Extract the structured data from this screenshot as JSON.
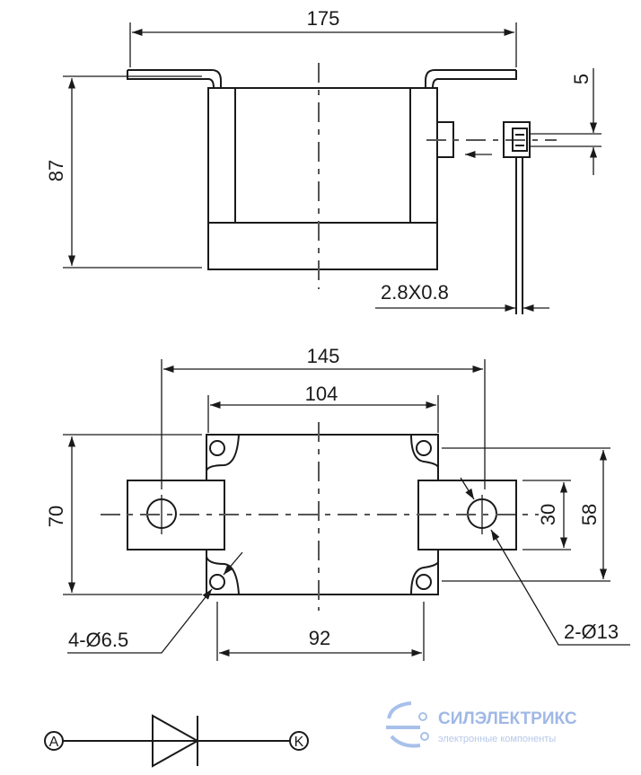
{
  "top_view": {
    "width_dim": "175",
    "height_dim": "87",
    "pin_pitch_dim": "5",
    "pin_size_dim": "2.8X0.8"
  },
  "bottom_view": {
    "terminal_span_dim": "145",
    "body_top_dim": "104",
    "body_bottom_dim": "92",
    "height_dim": "70",
    "mount_span_dim": "58",
    "terminal_width_dim": "30",
    "mount_holes_label": "4-Ø6.5",
    "terminal_holes_label": "2-Ø13"
  },
  "schematic": {
    "anode_label": "A",
    "cathode_label": "K"
  },
  "watermark": {
    "brand": "СИЛЭЛЕКТРИКС",
    "tagline": "электронные компоненты"
  }
}
